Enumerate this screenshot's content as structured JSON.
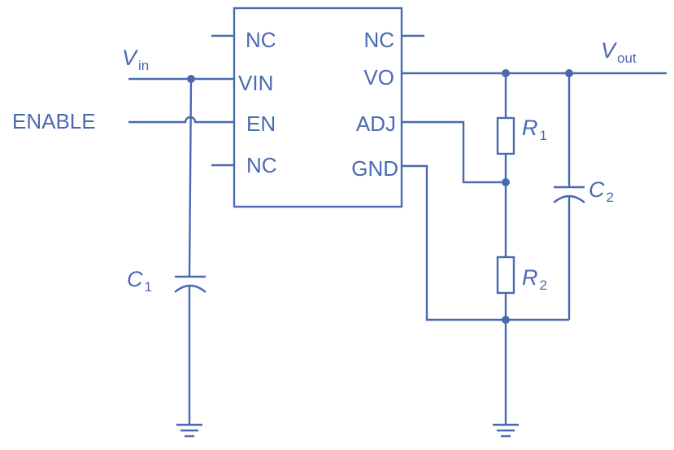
{
  "ic": {
    "pins_left": [
      "NC",
      "VIN",
      "EN",
      "NC"
    ],
    "pins_right": [
      "NC",
      "VO",
      "ADJ",
      "GND"
    ]
  },
  "nets": {
    "vin": {
      "symbol": "V",
      "subscript": "in"
    },
    "vout": {
      "symbol": "V",
      "subscript": "out"
    },
    "enable": "ENABLE"
  },
  "components": {
    "r1": {
      "symbol": "R",
      "subscript": "1"
    },
    "r2": {
      "symbol": "R",
      "subscript": "2"
    },
    "c1": {
      "symbol": "C",
      "subscript": "1"
    },
    "c2": {
      "symbol": "C",
      "subscript": "2"
    }
  },
  "colors": {
    "line": "#4a6ab0",
    "background": "#ffffff"
  }
}
